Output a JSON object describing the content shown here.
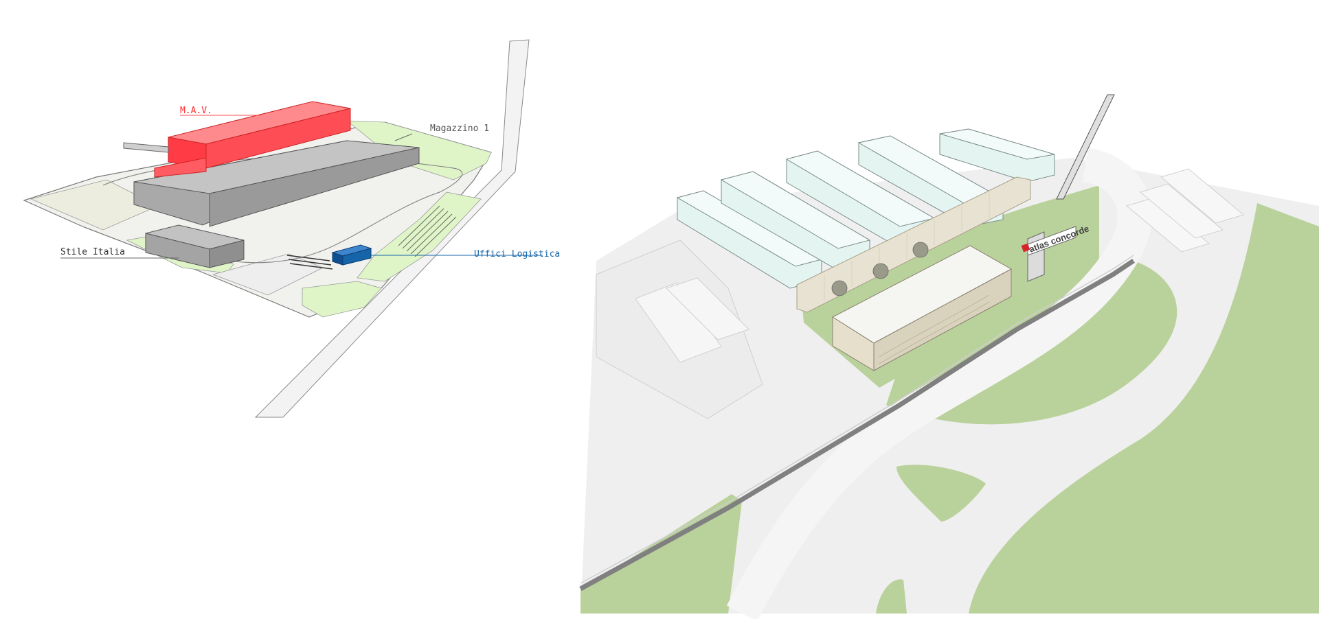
{
  "left_plan": {
    "labels": {
      "mav": "M.A.V.",
      "magazzino": "Magazzino 1",
      "stile": "Stile Italia",
      "uffici": "Uffici Logistica"
    },
    "colors": {
      "mav": "#ff4d55",
      "uffici": "#1565a8",
      "warehouse": "#a9a9a9",
      "green": "#dff5c8",
      "paving": "#eeeeea",
      "road": "#f2f2f2"
    }
  },
  "right_view": {
    "sign_text": "atlas concorde",
    "colors": {
      "grass": "#b9d19a",
      "greenhouse": "#e4f4f1",
      "pavement": "#efefef",
      "fence": "#808080",
      "lining_wall": "#e8e2d2"
    }
  }
}
